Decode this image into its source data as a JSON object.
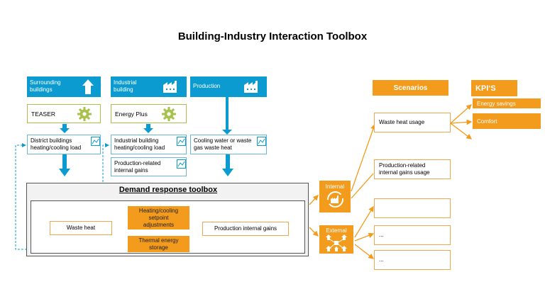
{
  "title": "Building-Industry Interaction Toolbox",
  "columns": {
    "surrounding": {
      "header": "Surrounding buildings",
      "tool": "TEASER",
      "output": "District buildings heating/cooling load"
    },
    "industrial": {
      "header": "Industrial building",
      "tool": "Energy Plus",
      "output": "Industrial building heating/cooling load",
      "gains": "Production-related internal gains"
    },
    "production": {
      "header": "Production",
      "output": "Cooling water or waste gas waste heat"
    }
  },
  "toolbox": {
    "title": "Demand response toolbox",
    "waste_heat": "Waste heat",
    "setpoint": "Heating/cooling setpoint adjustments",
    "storage": "Thermal energy storage",
    "production_gains": "Production internal gains"
  },
  "hubs": {
    "internal": "Internal",
    "external": "External"
  },
  "scenarios": {
    "header": "Scenarios",
    "items": [
      "Waste heat usage",
      "Production-related internal gains usage",
      "",
      "...",
      "..."
    ]
  },
  "kpis": {
    "header": "KPI‘S",
    "items": [
      "Energy savings",
      "Comfort"
    ]
  },
  "colors": {
    "blue": "#0b9bd1",
    "orange": "#f29b1c",
    "green": "#a7c24a"
  }
}
